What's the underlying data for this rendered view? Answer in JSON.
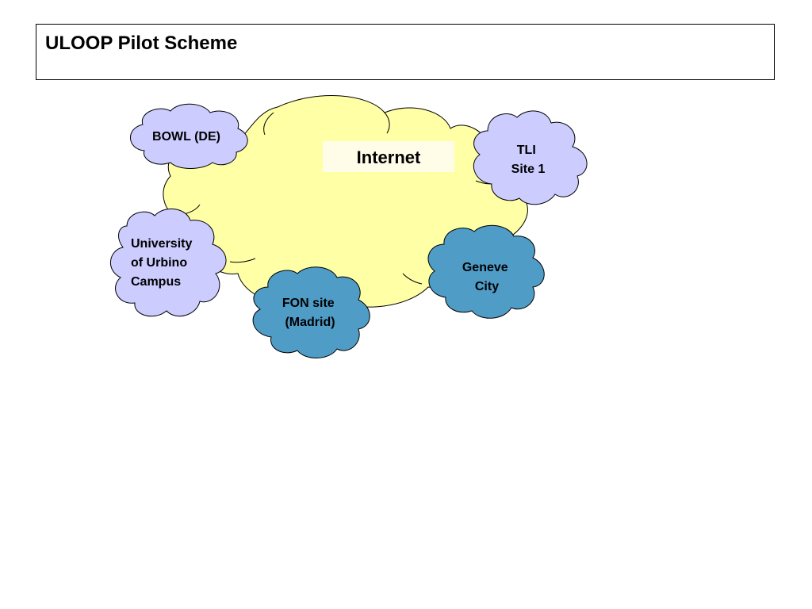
{
  "slide": {
    "title": "ULOOP Pilot Scheme"
  },
  "colors": {
    "internet_fill": "#ffffa6",
    "light_site_fill": "#ccccff",
    "dark_site_fill": "#4f9cc6",
    "outline": "#000000",
    "label_background": "#fffde8"
  },
  "diagram": {
    "internet": {
      "label": "Internet"
    },
    "sites": [
      {
        "name": "bowl",
        "lines": [
          "BOWL (DE)"
        ],
        "style": "light"
      },
      {
        "name": "tli",
        "lines": [
          "TLI",
          "Site 1"
        ],
        "style": "light"
      },
      {
        "name": "urbino",
        "lines": [
          "University",
          "of Urbino",
          "Campus"
        ],
        "style": "light"
      },
      {
        "name": "geneve",
        "lines": [
          "Geneve",
          "City"
        ],
        "style": "dark"
      },
      {
        "name": "fon",
        "lines": [
          "FON site",
          "(Madrid)"
        ],
        "style": "dark"
      }
    ]
  }
}
